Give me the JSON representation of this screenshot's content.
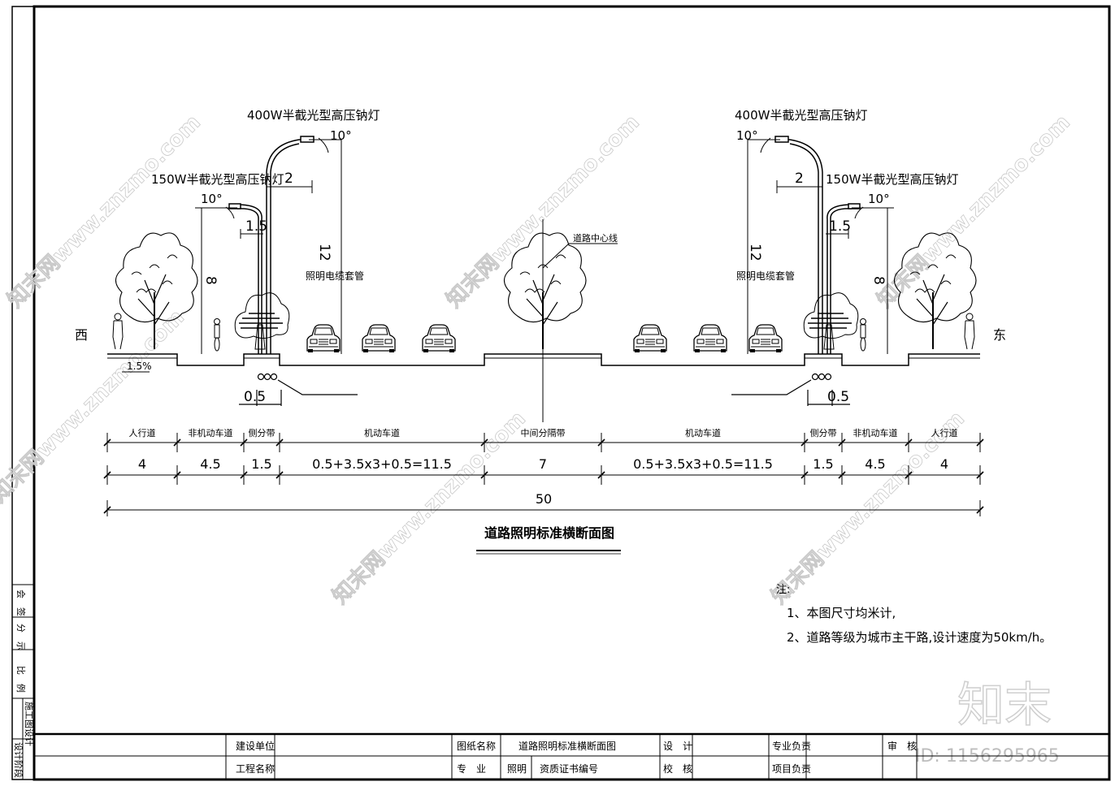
{
  "drawing": {
    "title": "道路照明标准横断面图",
    "west": "西",
    "east": "东",
    "centerline": "道路中心线",
    "slope": "1.5%",
    "cable": "照明电缆套管",
    "lamp_large": "400W半截光型高压钠灯",
    "lamp_small": "150W半截光型高压钠灯",
    "angle": "10°",
    "arm_large": "2",
    "arm_small": "1.5",
    "height_large": "12",
    "height_small": "8",
    "pipe_offset": "0.5"
  },
  "segments": [
    {
      "label": "人行道",
      "value": "4"
    },
    {
      "label": "非机动车道",
      "value": "4.5"
    },
    {
      "label": "侧分带",
      "value": "1.5"
    },
    {
      "label": "机动车道",
      "value": "0.5+3.5x3+0.5=11.5"
    },
    {
      "label": "中间分隔带",
      "value": "7"
    },
    {
      "label": "机动车道",
      "value": "0.5+3.5x3+0.5=11.5"
    },
    {
      "label": "侧分带",
      "value": "1.5"
    },
    {
      "label": "非机动车道",
      "value": "4.5"
    },
    {
      "label": "人行道",
      "value": "4"
    }
  ],
  "total_width": "50",
  "notes": {
    "heading": "注:",
    "n1": "1、本图尺寸均米计,",
    "n2": "2、道路等级为城市主干路,设计速度为50km/h。"
  },
  "title_block": {
    "construction_unit": "建设单位",
    "project_name": "工程名称",
    "drawing_name_label": "图纸名称",
    "drawing_name": "道路照明标准横断面图",
    "discipline_label": "专　业",
    "discipline": "照明",
    "cert_no": "资质证书编号",
    "design": "设　计",
    "check": "校　核",
    "discipline_lead": "专业负责",
    "project_lead": "项目负责",
    "review": "审　核"
  },
  "side_strip": {
    "stage": "施工图设计",
    "stage_label": "设计阶段",
    "scale": "比　例",
    "sheet": "分　示",
    "sign": "会　签"
  },
  "watermark": {
    "text": "知末网www.znzmo.com",
    "logo": "知末",
    "id": "ID: 1156295965"
  }
}
